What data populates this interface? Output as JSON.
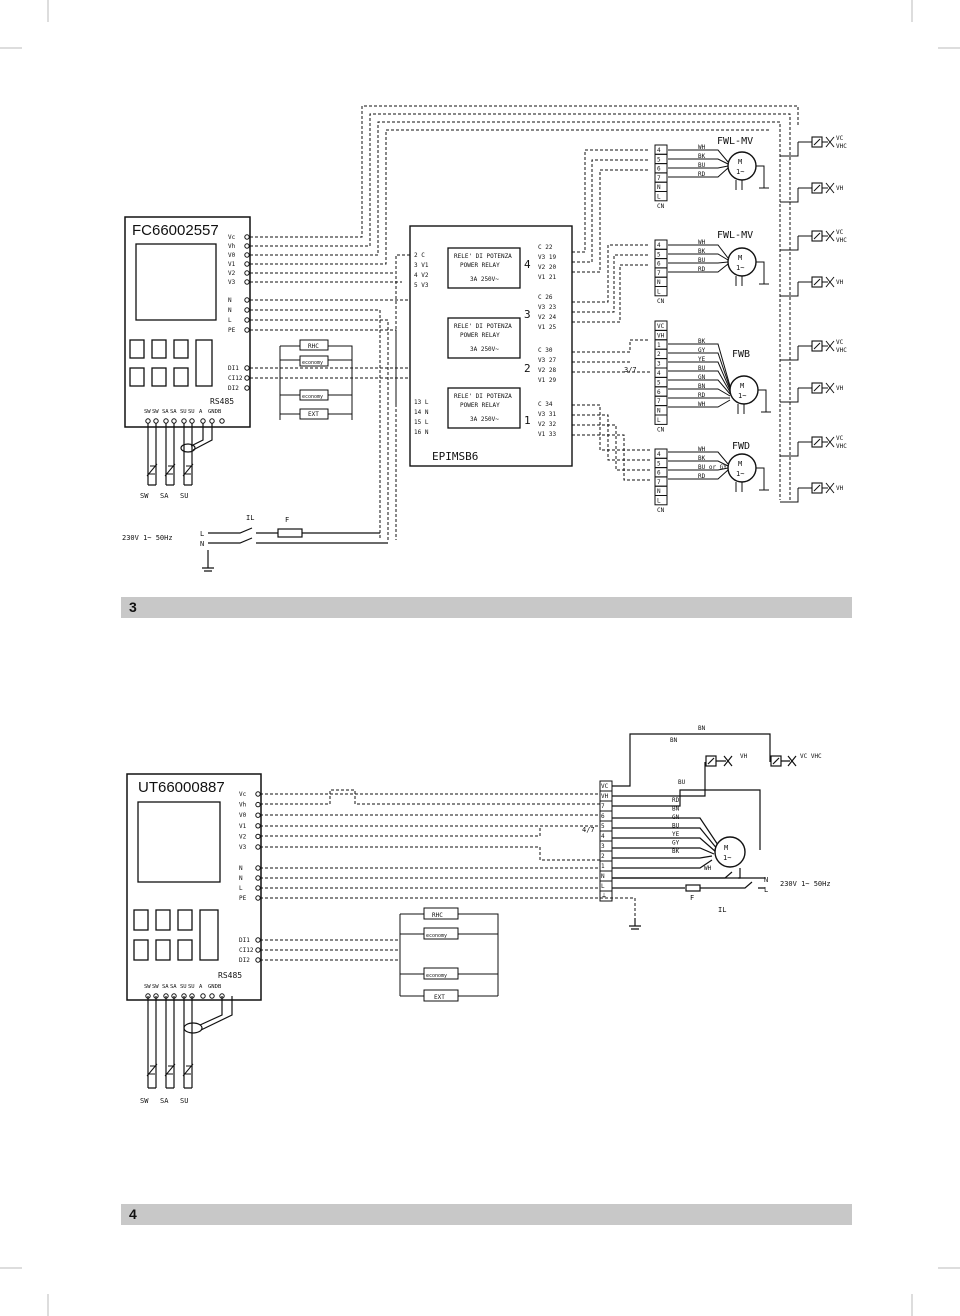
{
  "diagram1": {
    "model_code": "FC66002557",
    "terminals_top": [
      "Vc",
      "Vh",
      "V0",
      "V1",
      "V2",
      "V3"
    ],
    "terminals_power": [
      "N",
      "N",
      "L",
      "PE"
    ],
    "terminals_di": [
      "DI1",
      "CI12",
      "DI2"
    ],
    "rs485_label": "RS485",
    "bottom_terminals": [
      "SW",
      "SW",
      "SA",
      "SA",
      "SU",
      "SU",
      "A",
      "GND",
      "B"
    ],
    "sensors": [
      "SW",
      "SA",
      "SU"
    ],
    "switch_rhc": "RHC",
    "switch_economy": "economy",
    "switch_ext": "EXT",
    "relay_module": "EPIMSB6",
    "relay_text1": "RELE' DI POTENZA",
    "relay_text2": "POWER RELAY",
    "relay_rating": "3A 250V~",
    "relay_numbers": [
      "4",
      "3",
      "2",
      "1"
    ],
    "input_block_1": [
      "2 C",
      "3 V1",
      "4 V2",
      "5 V3"
    ],
    "input_block_2": [
      "13 L",
      "14 N",
      "15 L",
      "16 N"
    ],
    "output_groups": [
      [
        "C 22",
        "V3 19",
        "V2 20",
        "V1 21"
      ],
      [
        "C 26",
        "V3 23",
        "V2 24",
        "V1 25"
      ],
      [
        "C 30",
        "V3 27",
        "V2 28",
        "V1 29"
      ],
      [
        "C 34",
        "V3 31",
        "V2 32",
        "V1 33"
      ]
    ],
    "units": [
      "FWL-MV",
      "FWL-MV",
      "FWB",
      "FWD"
    ],
    "terminal_strip_4": [
      "4",
      "5",
      "6",
      "7",
      "N",
      "L",
      "CN"
    ],
    "terminal_strip_fwb": [
      "VC",
      "VH",
      "1",
      "2",
      "3",
      "4",
      "5",
      "6",
      "7",
      "N",
      "L",
      "CN"
    ],
    "motor_wires_fwl": [
      "WH",
      "BK",
      "BU",
      "RD"
    ],
    "motor_wires_fwb": [
      "BK",
      "GY",
      "YE",
      "BU",
      "GN",
      "BN",
      "RD",
      "WH"
    ],
    "motor_wires_fwd": [
      "WH",
      "BK",
      "BU or GY",
      "RD"
    ],
    "motor_label": "M",
    "motor_phase": "1~",
    "valves": [
      "VC VHC",
      "VH",
      "VC VHC",
      "VH",
      "VC VHC",
      "VH",
      "VC VHC",
      "VH"
    ],
    "cable_count": "3/7",
    "supply": "230V 1~ 50Hz",
    "supply_lines": [
      "L",
      "N"
    ],
    "il_label": "IL",
    "fuse_label": "F"
  },
  "section_3": "3",
  "diagram2": {
    "model_code": "UT66000887",
    "terminals_top": [
      "Vc",
      "Vh",
      "V0",
      "V1",
      "V2",
      "V3"
    ],
    "terminals_power": [
      "N",
      "N",
      "L",
      "PE"
    ],
    "terminals_di": [
      "DI1",
      "CI12",
      "DI2"
    ],
    "rs485_label": "RS485",
    "bottom_terminals": [
      "SW",
      "SW",
      "SA",
      "SA",
      "SU",
      "SU",
      "A",
      "GND",
      "B"
    ],
    "sensors": [
      "SW",
      "SA",
      "SU"
    ],
    "switch_rhc": "RHC",
    "switch_economy": "economy",
    "switch_ext": "EXT",
    "strip": [
      "VC",
      "VH",
      "7",
      "6",
      "5",
      "4",
      "3",
      "2",
      "1",
      "N",
      "L",
      "⏚"
    ],
    "cable_count": "4/7",
    "wires_top": [
      "BN",
      "BN",
      "BU"
    ],
    "motor_wires": [
      "RD",
      "BN",
      "GN",
      "BU",
      "YE",
      "GY",
      "BK",
      "WH"
    ],
    "motor_label": "M",
    "motor_phase": "1~",
    "valves": [
      "VH",
      "VC VHC"
    ],
    "supply": "230V 1~ 50Hz",
    "supply_lines": [
      "N",
      "L"
    ],
    "fuse_label": "F",
    "il_label": "IL"
  },
  "section_4": "4"
}
